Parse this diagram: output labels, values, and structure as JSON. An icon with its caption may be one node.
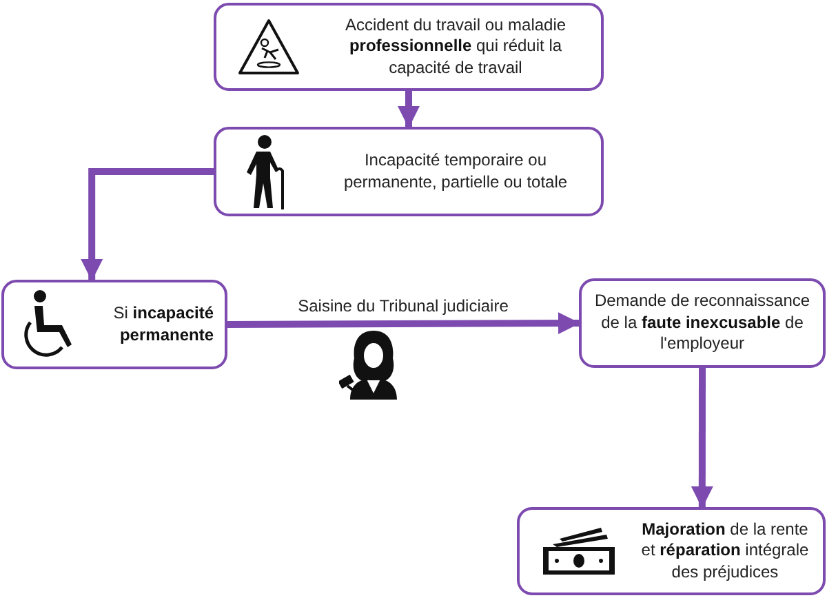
{
  "diagram": {
    "nodes": [
      {
        "text": [
          "Accident du travail ou maladie **professionnelle** qui réduit la capacité de travail"
        ]
      },
      {
        "text": [
          "Incapacité temporaire ou permanente, partielle ou totale"
        ]
      },
      {
        "text": [
          "Si **incapacité permanente**"
        ]
      },
      {
        "text": [
          "Demande de reconnaissance de la **faute inexcusable** de l'employeur"
        ]
      },
      {
        "text": [
          "**Majoration** de la rente et **réparation** intégrale des préjudices"
        ]
      }
    ],
    "edges": [
      {
        "from": 0,
        "to": 1,
        "arrow": "to"
      },
      {
        "from": 1,
        "to": 2,
        "arrow": "to"
      },
      {
        "from": 2,
        "to": 3,
        "arrow": "to",
        "label": "Saisine du Tribunal judiciaire"
      },
      {
        "from": 3,
        "to": 4,
        "arrow": "to"
      }
    ]
  }
}
